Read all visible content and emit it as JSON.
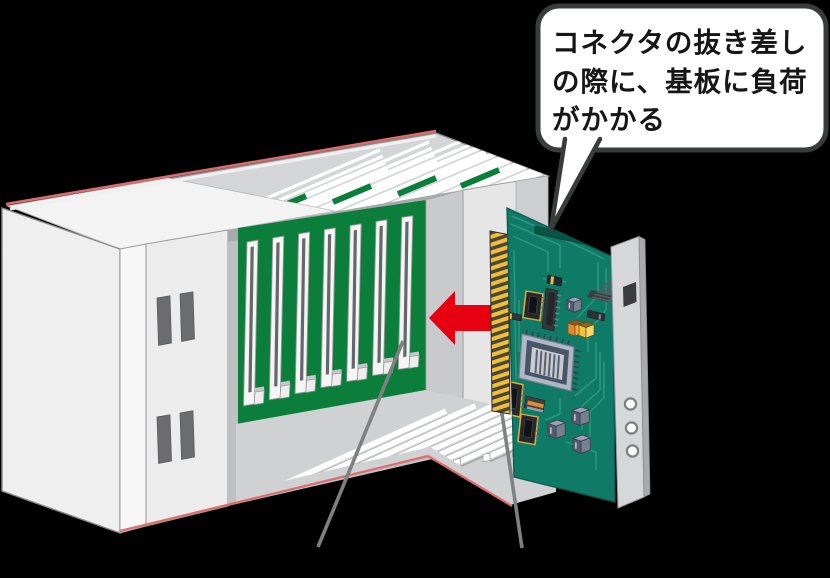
{
  "scene": {
    "description": "Isometric illustration of a plug-in circuit board being inserted into a card-rack chassis with a green backplane",
    "background_color": "#000000"
  },
  "speech_bubble": {
    "text": "コネクタの抜き差しの際に、基板に負荷がかかる",
    "lines": [
      "コネクタの抜き差し",
      "の際に、基板に負荷",
      "がかかる"
    ]
  },
  "annotations": {
    "arrow_direction": "left",
    "leader_line_count": 2
  },
  "counts": {
    "backplane_slots": 7,
    "faceplate_holes": 3,
    "vent_slots": 4
  },
  "colors": {
    "arrow_red": "#E60012",
    "edge_highlight_red": "#DE6B6E",
    "backplane_green": "#0B7E3C",
    "pcb_teal": "#0F7A66",
    "trace_green": "#2E9680",
    "gold_fingers": "#F0BE39",
    "chassis_gray": "#EFEFF0",
    "bubble_border": "#3A3B3B",
    "leader_gray": "#7F8081"
  }
}
